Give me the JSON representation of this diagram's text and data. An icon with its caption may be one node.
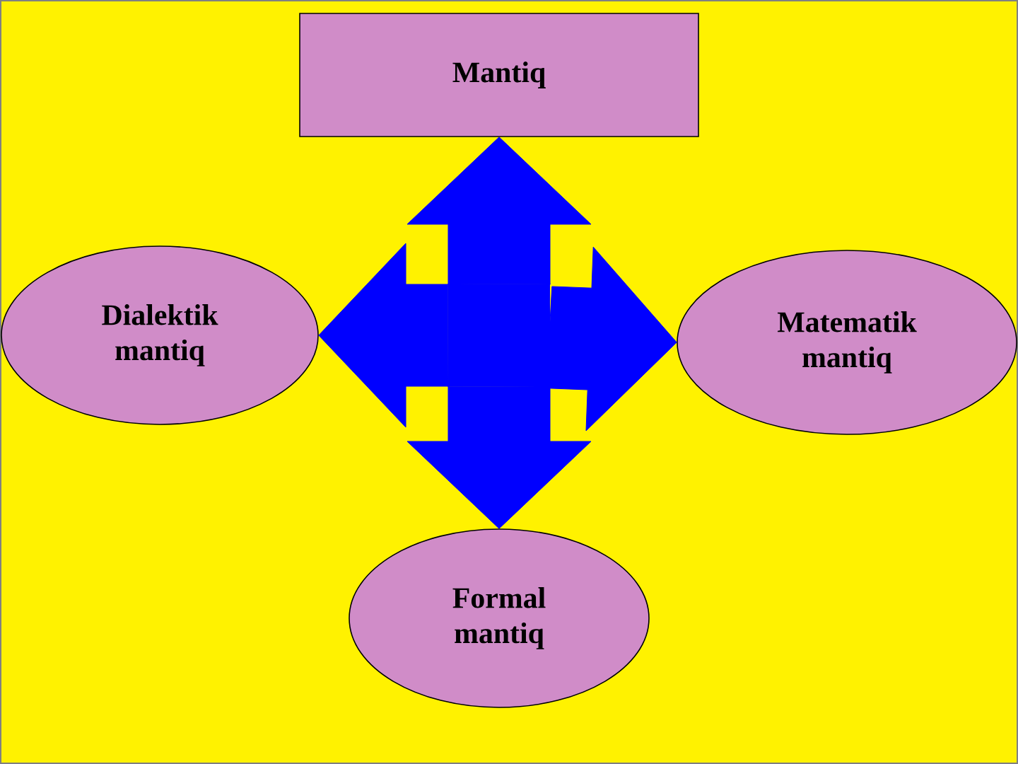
{
  "diagram": {
    "nodes": [
      {
        "text": [
          "Mantiq"
        ]
      },
      {
        "text": [
          "Dialektik mantiq"
        ]
      },
      {
        "text": [
          "Matematik mantiq"
        ]
      },
      {
        "text": [
          "Formal mantiq"
        ]
      },
      {
        "text": [],
        "shape": "box"
      }
    ],
    "edges": [
      {
        "from": 4,
        "to": 0,
        "arrow": "to",
        "style": "thick",
        "color": "#0000ff"
      },
      {
        "from": 4,
        "to": 1,
        "arrow": "to",
        "style": "thick",
        "color": "#0000ff"
      },
      {
        "from": 4,
        "to": 2,
        "arrow": "to",
        "style": "thick",
        "color": "#0000ff"
      },
      {
        "from": 4,
        "to": 3,
        "arrow": "to",
        "style": "thick",
        "color": "#0000ff"
      }
    ]
  }
}
